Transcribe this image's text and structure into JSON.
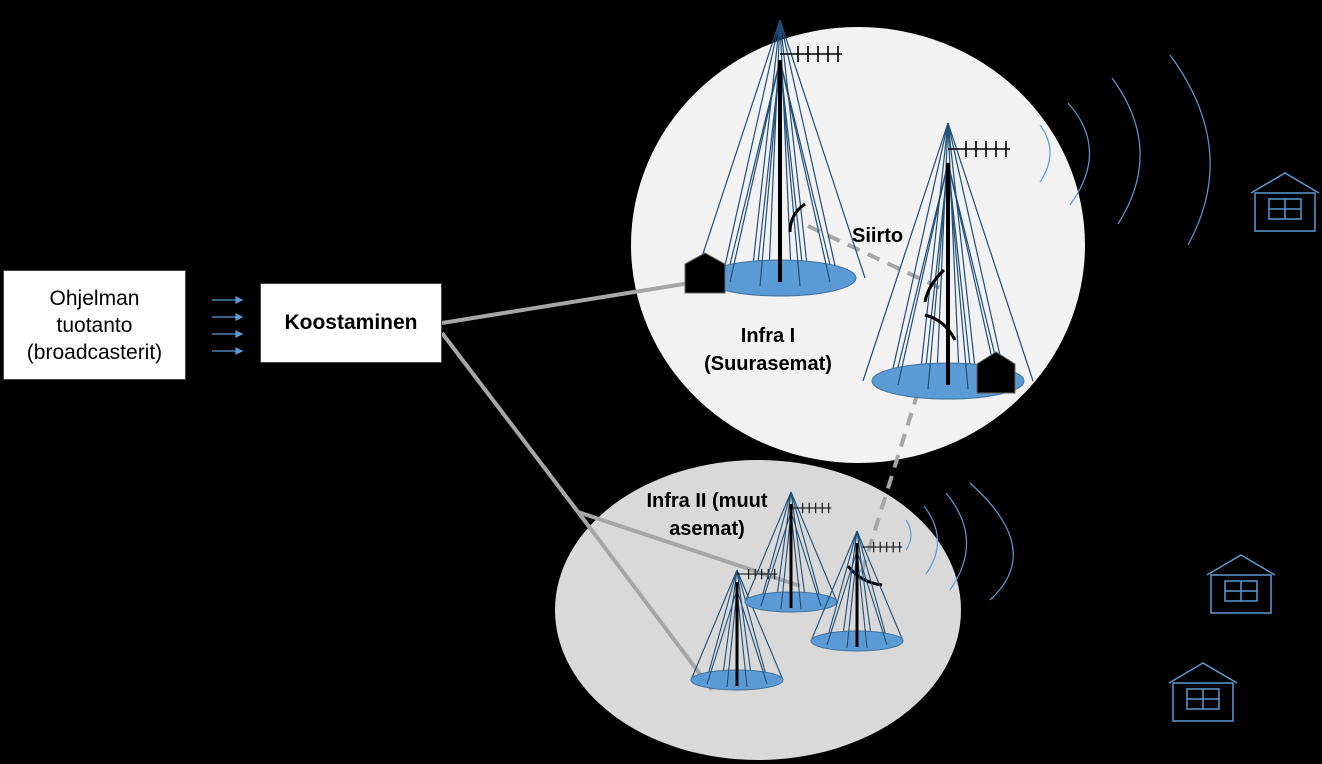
{
  "production_box": {
    "lines": [
      "Ohjelman",
      "tuotanto",
      "(broadcasterit)"
    ]
  },
  "assembly_box": {
    "label": "Koostaminen"
  },
  "infra1": {
    "lines": [
      "Infra I",
      "(Suurasemat)"
    ]
  },
  "transfer": {
    "label": "Siirto"
  },
  "infra2": {
    "lines": [
      "Infra II (muut",
      "asemat)"
    ]
  },
  "colors": {
    "background": "#000000",
    "circle_infra1": "#f2f2f2",
    "circle_infra2": "#d9d9d9",
    "mast_lines": "#1f4e79",
    "disc_fill": "#5b9bd5",
    "signal_waves": "#5b9bd5",
    "connection_lines": "#a6a6a6",
    "house_outline": "#5b9bd5"
  },
  "icons": [
    "arrow-icon",
    "transmitter-mast-icon",
    "antenna-icon",
    "equipment-building-icon",
    "radio-wave-icon",
    "house-icon",
    "dish-arc-icon"
  ]
}
